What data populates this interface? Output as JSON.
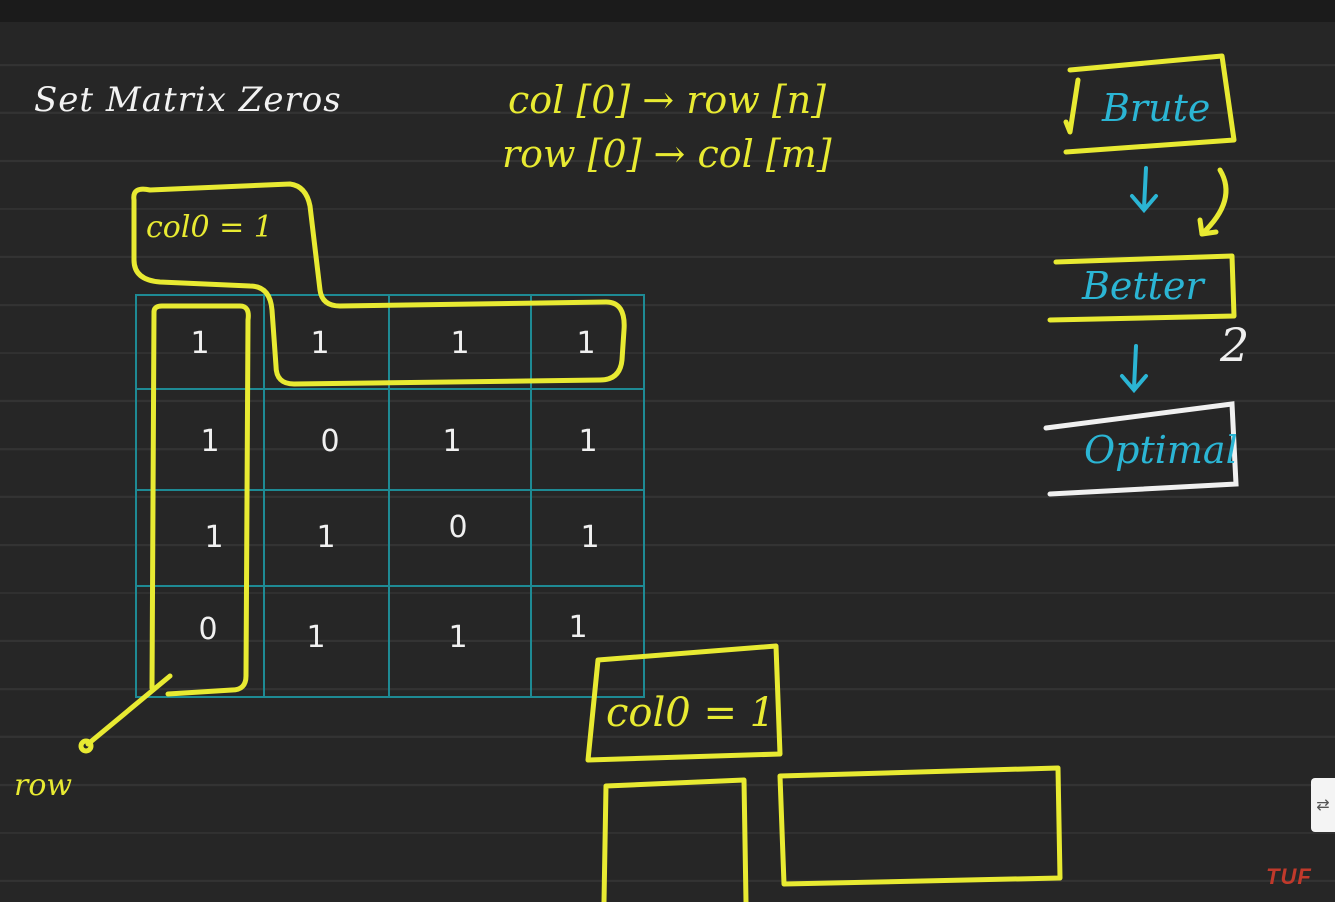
{
  "title": "Set Matrix Zeros",
  "formula_line1": "col [0] → row [n]",
  "formula_line2": "row [0] → col [m]",
  "col0_label_top": "col0 = 1",
  "col0_label_bottom": "col0 = 1",
  "row_label": "row",
  "steps": [
    "Brute",
    "Better",
    "Optimal"
  ],
  "step_note": "2",
  "matrix": [
    [
      "1",
      "1",
      "1",
      "1"
    ],
    [
      "1",
      "0",
      "1",
      "1"
    ],
    [
      "1",
      "1",
      "0",
      "1"
    ],
    [
      "0",
      "1",
      "1",
      "1"
    ]
  ],
  "side_button_icon": "collapse-arrows-icon",
  "logo": "TUF",
  "colors": {
    "marker_yellow": "#e8ea32",
    "marker_cyan": "#2bb5d4",
    "grid_teal": "#1e8a94",
    "board": "#262626"
  }
}
